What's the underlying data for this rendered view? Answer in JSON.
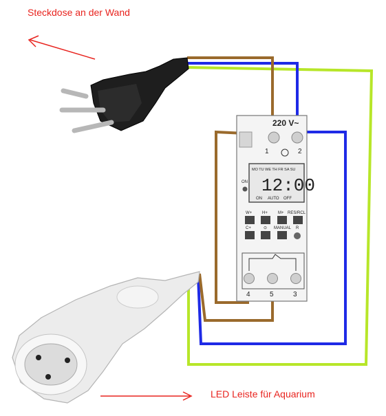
{
  "labels": {
    "top": "Steckdose an der Wand",
    "bottom": "LED Leiste für Aquarium"
  },
  "timer": {
    "voltage": "220 V~",
    "time": "12:00",
    "days": "MO TU WE TH FR SA SU",
    "indicators": [
      "ON",
      "AUTO",
      "OFF"
    ],
    "on_label": "ON",
    "buttons_row1": [
      "W+",
      "H+",
      "M+",
      "RES/RCL"
    ],
    "buttons_row2": [
      "C+",
      "⊙",
      "MANUAL",
      "R"
    ],
    "terminals_top": [
      "1",
      "2"
    ],
    "terminals_bottom": [
      "4",
      "5",
      "3"
    ]
  },
  "colors": {
    "arrow": "#e8231e",
    "brown": "#9a6a2c",
    "blue": "#1e2ae6",
    "green": "#b7e629"
  },
  "icons": [
    "arrow-left-icon",
    "arrow-right-icon",
    "power-plug-icon",
    "socket-icon",
    "timer-switch-icon"
  ]
}
